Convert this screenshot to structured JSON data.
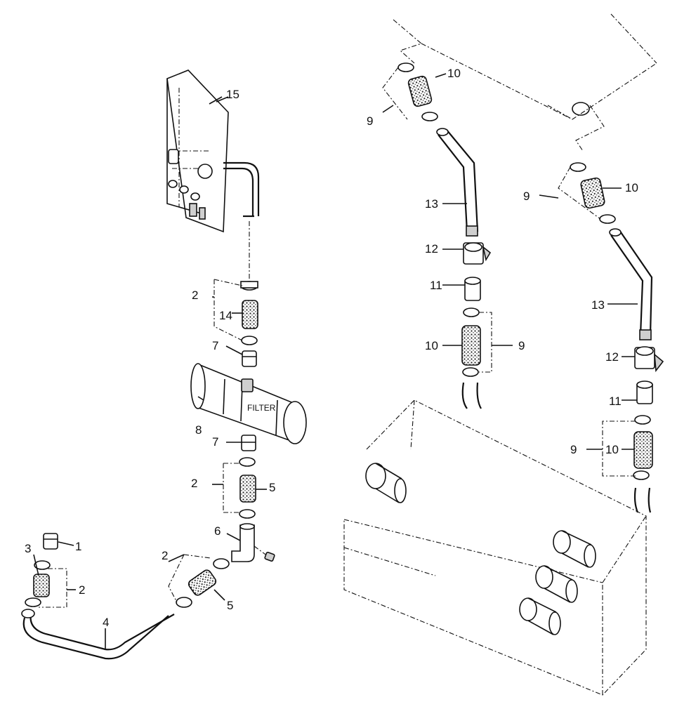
{
  "filter_label": "FILTER",
  "labels": {
    "l1": "1",
    "l2a": "2",
    "l2b": "2",
    "l2c": "2",
    "l2d": "2",
    "l3": "3",
    "l4": "4",
    "l5a": "5",
    "l5b": "5",
    "l6": "6",
    "l7a": "7",
    "l7b": "7",
    "l8": "8",
    "l9a": "9",
    "l9b": "9",
    "l9c": "9",
    "l9d": "9",
    "l10a": "10",
    "l10b": "10",
    "l10c": "10",
    "l10d": "10",
    "l11a": "11",
    "l11b": "11",
    "l12a": "12",
    "l12b": "12",
    "l13a": "13",
    "l13b": "13",
    "l14": "14",
    "l15": "15"
  }
}
